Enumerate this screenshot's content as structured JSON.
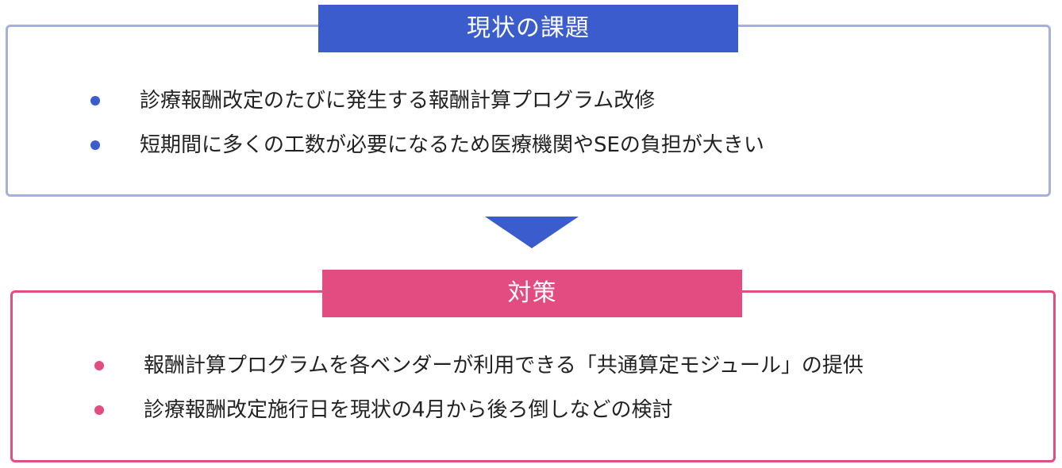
{
  "issue": {
    "title": "現状の課題",
    "accent_color": "#3a5ccc",
    "border_color": "#a5b0dd",
    "items": [
      "診療報酬改定のたびに発生する報酬計算プログラム改修",
      "短期間に多くの工数が必要になるため医療機関やSEの負担が大きい"
    ]
  },
  "solution": {
    "title": "対策",
    "accent_color": "#e34c80",
    "border_color": "#e0507e",
    "items": [
      "報酬計算プログラムを各ベンダーが利用できる「共通算定モジュール」の提供",
      "診療報酬改定施行日を現状の4月から後ろ倒しなどの検討"
    ]
  },
  "connector": {
    "icon": "down-triangle-arrow-icon",
    "color": "#3a5ccc"
  }
}
